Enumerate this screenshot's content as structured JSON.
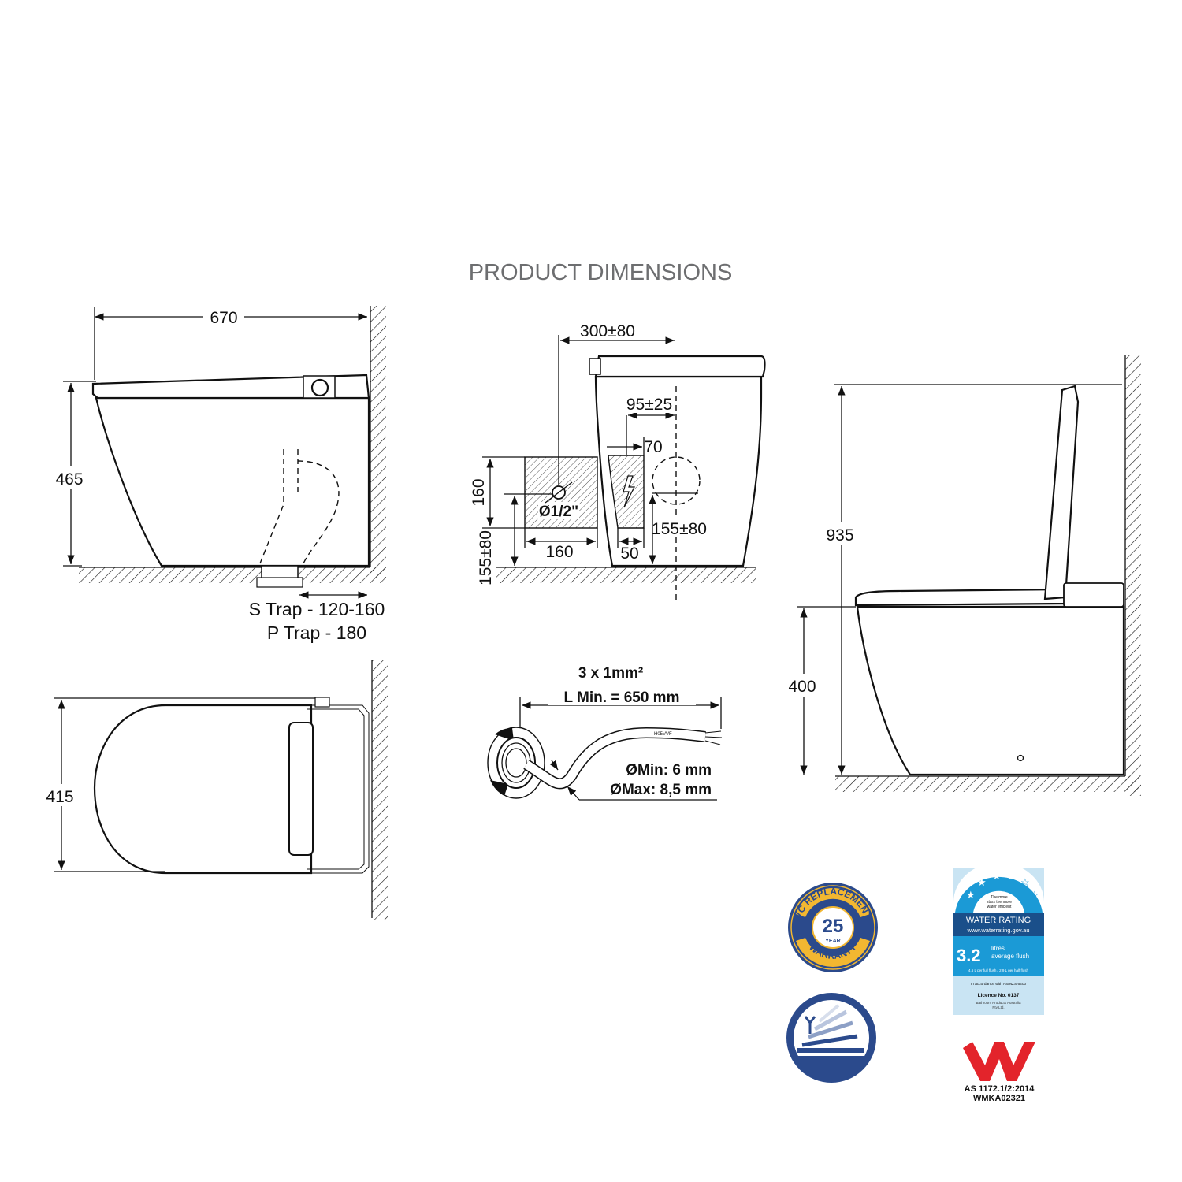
{
  "title": "PRODUCT DIMENSIONS",
  "side_view": {
    "width": "670",
    "height": "465",
    "trap_s": "S Trap - 120-160",
    "trap_p": "P Trap - 180"
  },
  "top_view": {
    "depth": "415"
  },
  "rear_view": {
    "top_offset": "300±80",
    "elec_offset": "95±25",
    "elec_width": "70",
    "water_height": "160",
    "water_width": "160",
    "water_floor": "155±80",
    "elec_floor": "155±80",
    "elec_box_width": "50",
    "pipe_size": "Ø1/2\""
  },
  "cable": {
    "spec": "3 x 1mm²",
    "length": "L Min. = 650 mm",
    "min": "ØMin: 6 mm",
    "max": "ØMax: 8,5 mm",
    "cable_print": "H05VVF"
  },
  "profile_view": {
    "total_height": "935",
    "seat_height": "400"
  },
  "badges": {
    "warranty_ring_top": "VC REPLACEMENT",
    "warranty_ring_bottom": "WARRANTY",
    "warranty_years": "25",
    "warranty_unit": "YEAR",
    "water_tag_1": "The more",
    "water_tag_2": "stars the more",
    "water_tag_3": "water efficient",
    "water_rating": "WATER RATING",
    "water_url": "www.waterrating.gov.au",
    "water_value": "3.2",
    "water_unit": "litres",
    "water_desc": "average flush",
    "water_detail": "4.6 L per full flush / 2.9 L per half flush",
    "water_std": "In accordance with AS/NZS 6400",
    "water_licence": "Licence No. 0137",
    "water_org_1": "Bathroom Products Australia",
    "water_org_2": "Pty Ltd.",
    "wm_std": "AS 1172.1/2:2014",
    "wm_code": "WMKA02321"
  },
  "colors": {
    "title_gray": "#6d6e70",
    "warranty_blue": "#2b4a8c",
    "warranty_gold": "#f2b731",
    "water_blue": "#1b9ad6",
    "water_light": "#c9e4f3",
    "wm_red": "#e3242b"
  }
}
